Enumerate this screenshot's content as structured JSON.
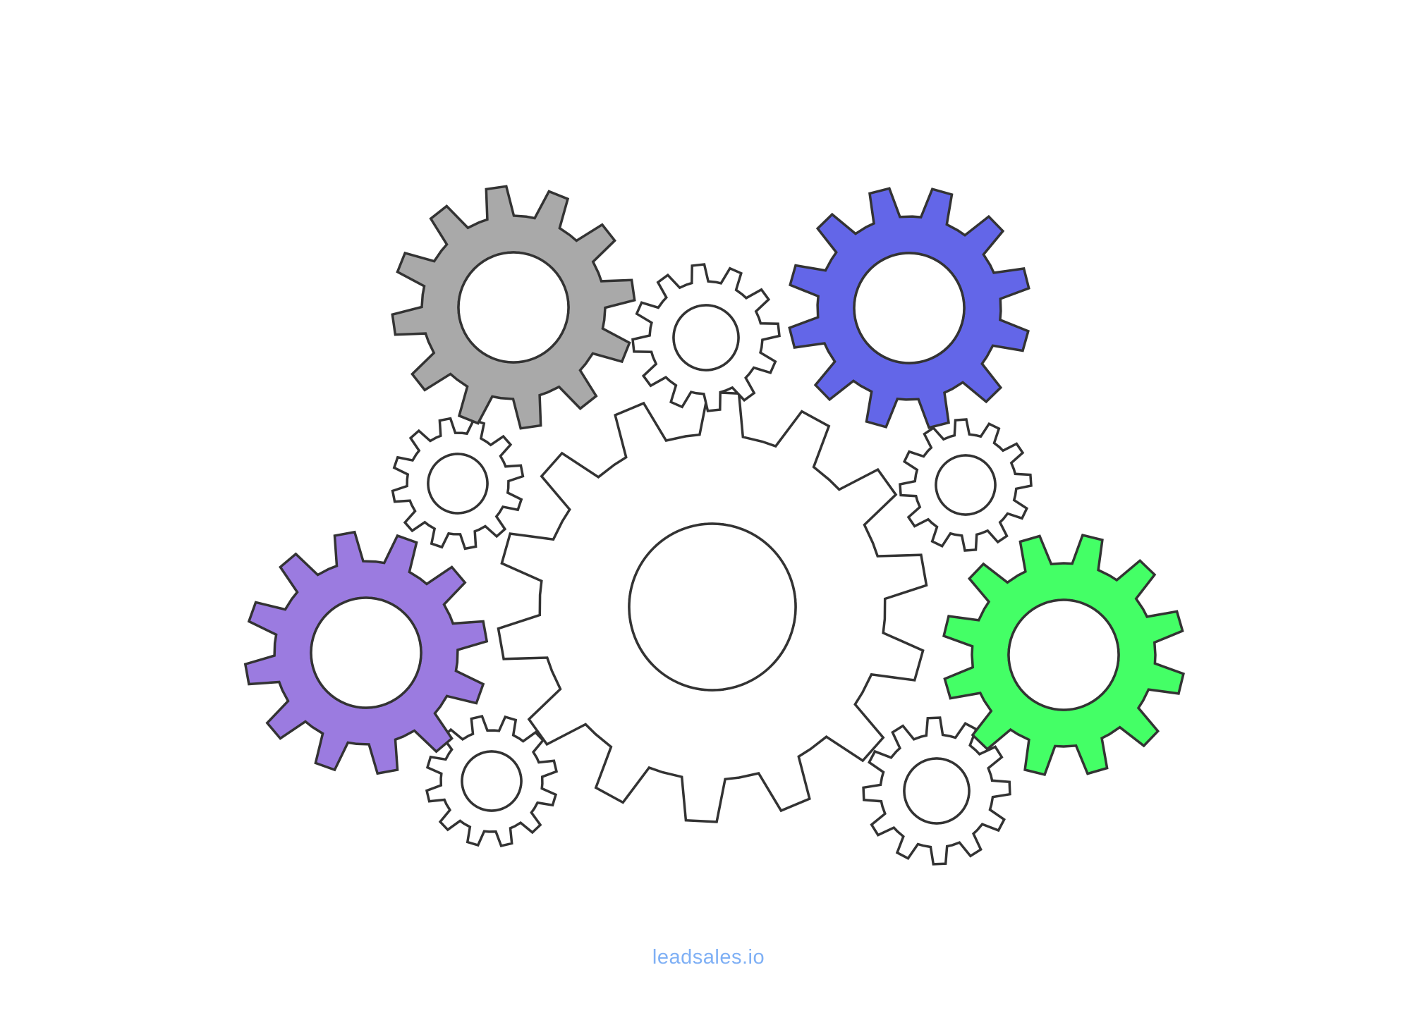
{
  "footer": {
    "link_text": "leadsales.io",
    "link_color": "#7fb0f5"
  },
  "diagram": {
    "stroke_color": "#333333",
    "gears": [
      {
        "name": "gear-gray",
        "fill": "#a9a9a9",
        "teeth": 12
      },
      {
        "name": "gear-blue",
        "fill": "#6366e8",
        "teeth": 12
      },
      {
        "name": "gear-purple",
        "fill": "#9b7be0",
        "teeth": 12
      },
      {
        "name": "gear-green",
        "fill": "#44ff66",
        "teeth": 12
      },
      {
        "name": "gear-center-large",
        "fill": "#ffffff",
        "teeth": 14
      },
      {
        "name": "gear-small-top",
        "fill": "#ffffff",
        "teeth": 12
      },
      {
        "name": "gear-small-upper-left",
        "fill": "#ffffff",
        "teeth": 12
      },
      {
        "name": "gear-small-upper-right",
        "fill": "#ffffff",
        "teeth": 12
      },
      {
        "name": "gear-small-lower-left",
        "fill": "#ffffff",
        "teeth": 12
      },
      {
        "name": "gear-small-lower-right",
        "fill": "#ffffff",
        "teeth": 12
      }
    ]
  }
}
